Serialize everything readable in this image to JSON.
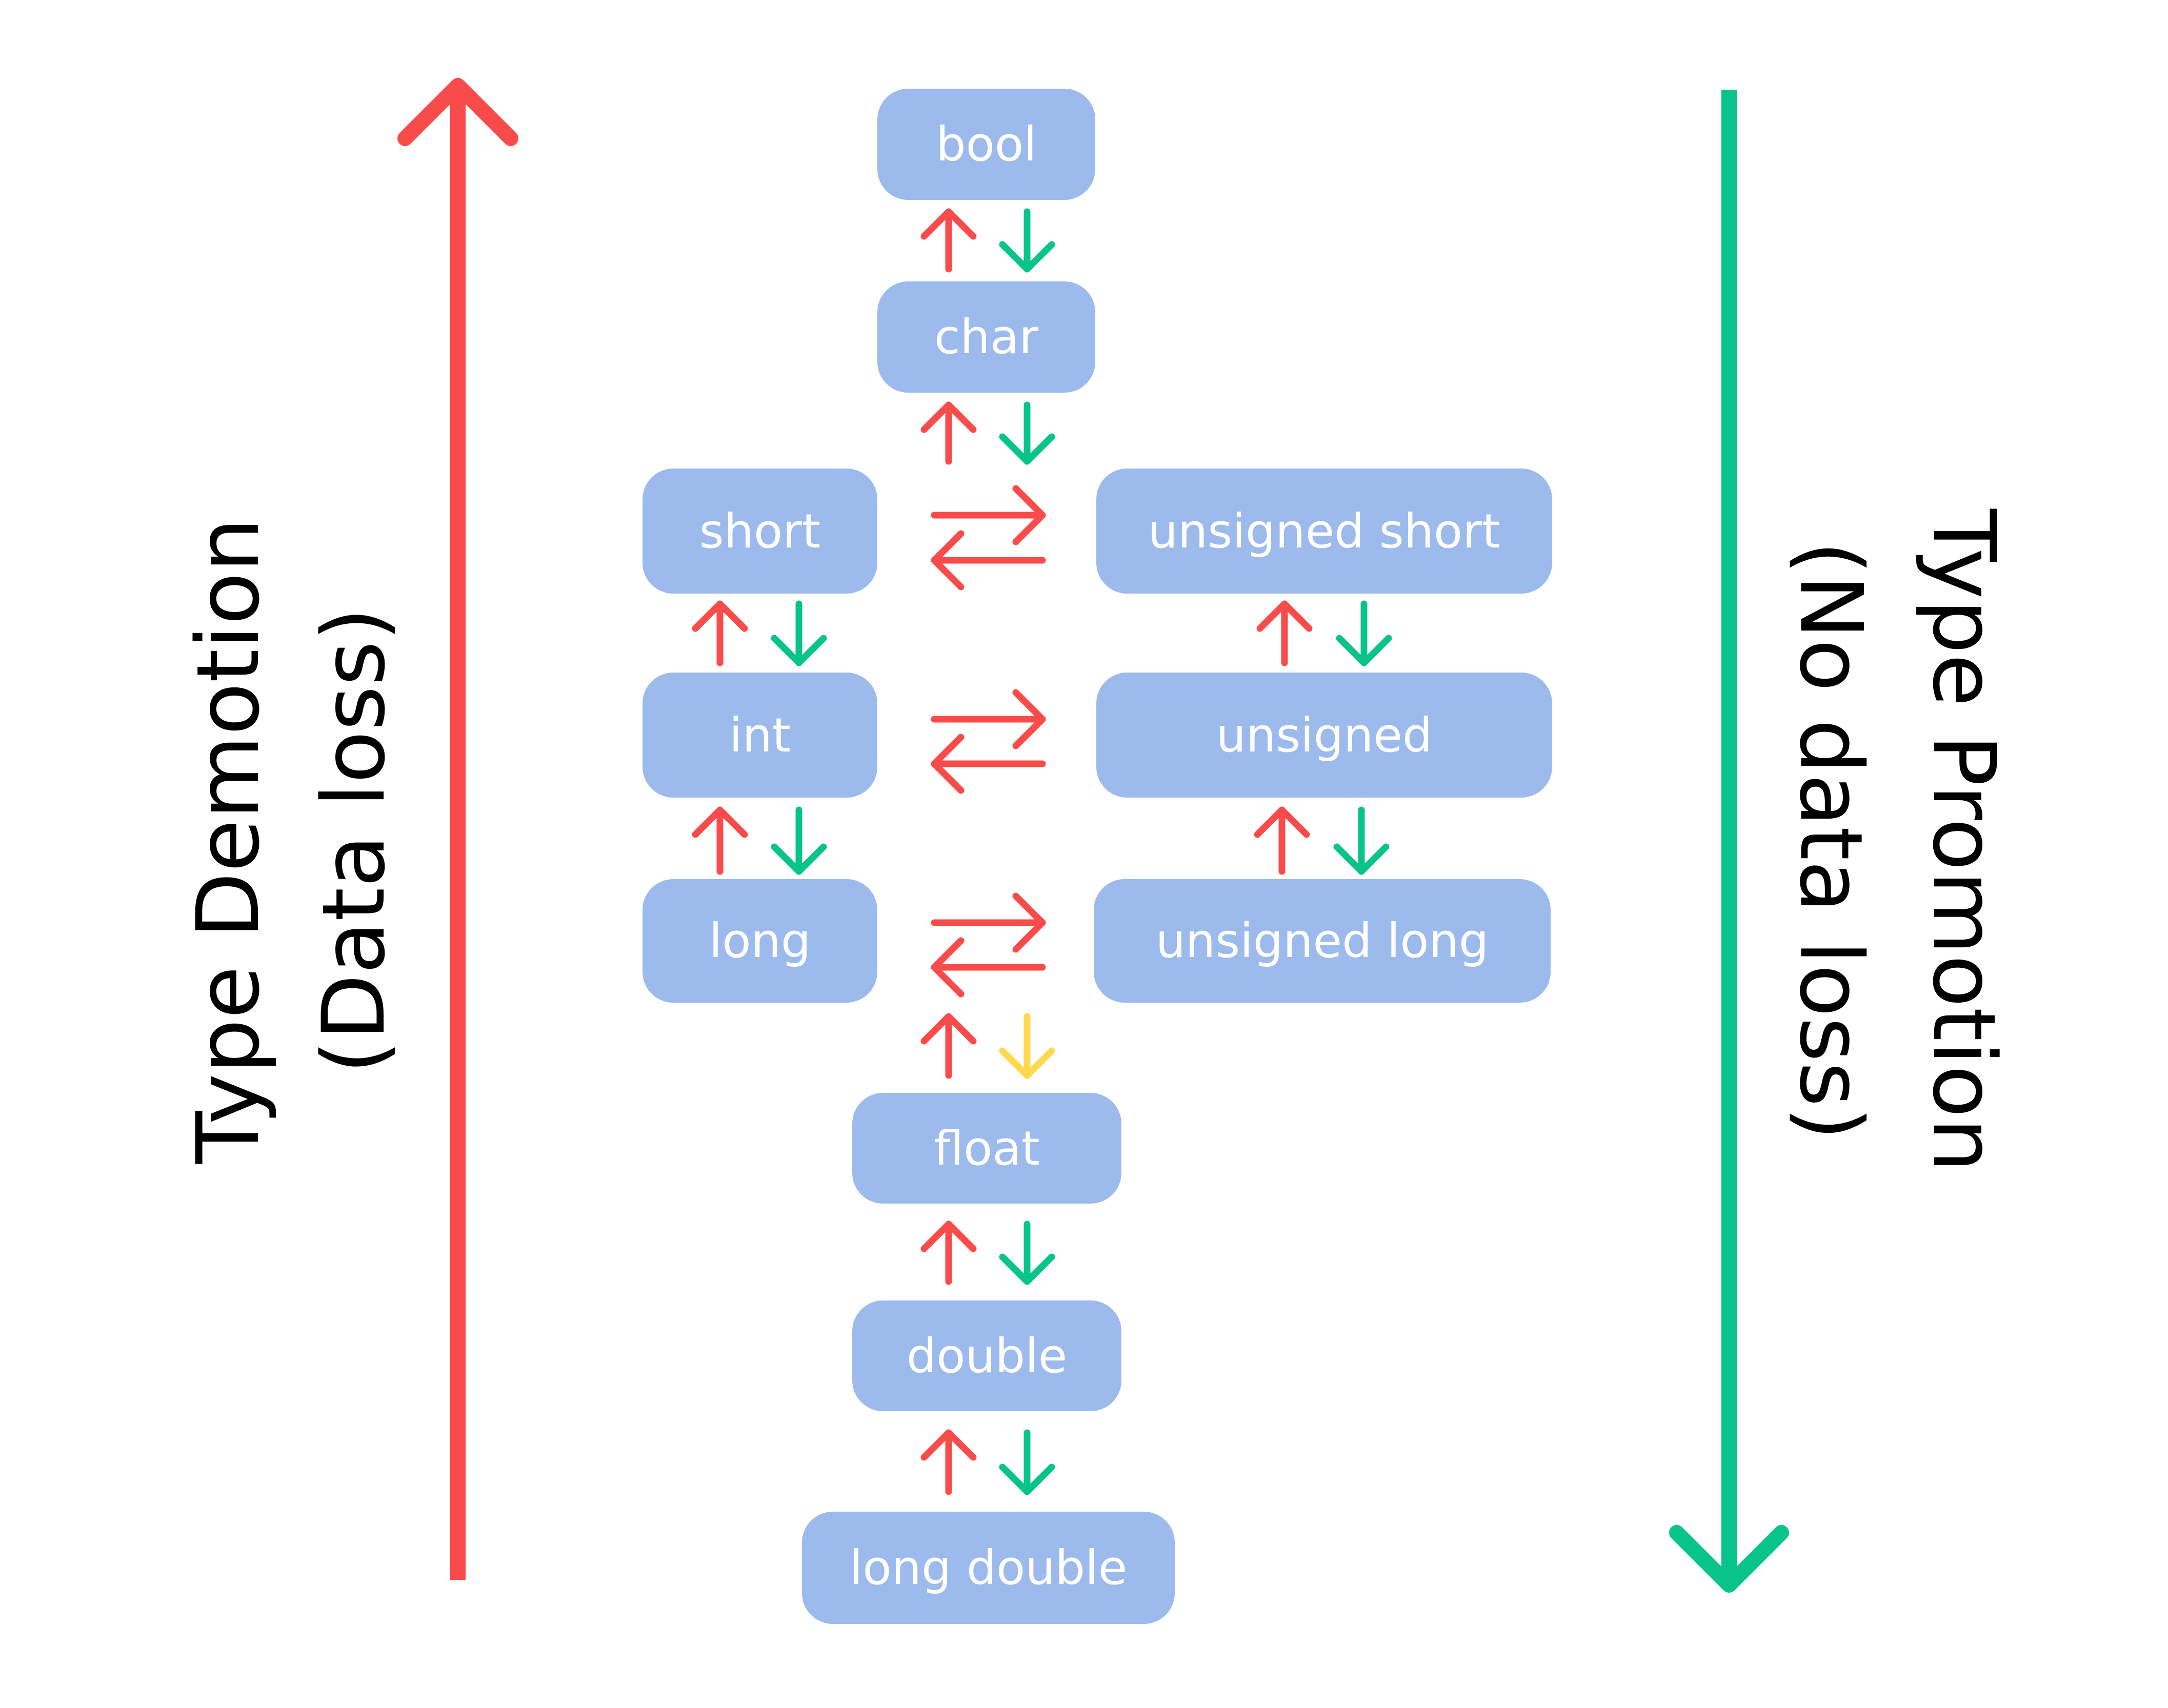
{
  "diagram": {
    "left_label": {
      "line1": "Type Demotion",
      "line2": "(Data loss)"
    },
    "right_label": {
      "line1": "Type Promotion",
      "line2": "(No data loss)"
    },
    "colors": {
      "node_fill": "#9dbaec",
      "node_text": "#ffffff",
      "demotion_arrow": "#fa4b4b",
      "promotion_arrow": "#08c48a",
      "caution_arrow": "#ffd84d"
    },
    "nodes": {
      "bool": "bool",
      "char": "char",
      "short": "short",
      "unsigned_short": "unsigned short",
      "int": "int",
      "unsigned": "unsigned",
      "long": "long",
      "unsigned_long": "unsigned long",
      "float": "float",
      "double": "double",
      "long_double": "long double"
    },
    "edges": [
      {
        "from": "bool",
        "to": "char",
        "type": "vertical-pair",
        "down_color": "promotion"
      },
      {
        "from": "char",
        "to": "short",
        "type": "vertical-pair",
        "down_color": "promotion"
      },
      {
        "from": "short",
        "to": "int",
        "type": "vertical-pair",
        "down_color": "promotion"
      },
      {
        "from": "int",
        "to": "long",
        "type": "vertical-pair",
        "down_color": "promotion"
      },
      {
        "from": "unsigned short",
        "to": "unsigned",
        "type": "vertical-pair",
        "down_color": "promotion"
      },
      {
        "from": "unsigned",
        "to": "unsigned long",
        "type": "vertical-pair",
        "down_color": "promotion"
      },
      {
        "from": "short",
        "to": "unsigned short",
        "type": "bidirectional",
        "color": "demotion"
      },
      {
        "from": "int",
        "to": "unsigned",
        "type": "bidirectional",
        "color": "demotion"
      },
      {
        "from": "long",
        "to": "unsigned long",
        "type": "bidirectional",
        "color": "demotion"
      },
      {
        "from": "long",
        "to": "float",
        "type": "vertical-pair",
        "down_color": "caution"
      },
      {
        "from": "float",
        "to": "double",
        "type": "vertical-pair",
        "down_color": "promotion"
      },
      {
        "from": "double",
        "to": "long double",
        "type": "vertical-pair",
        "down_color": "promotion"
      }
    ]
  }
}
